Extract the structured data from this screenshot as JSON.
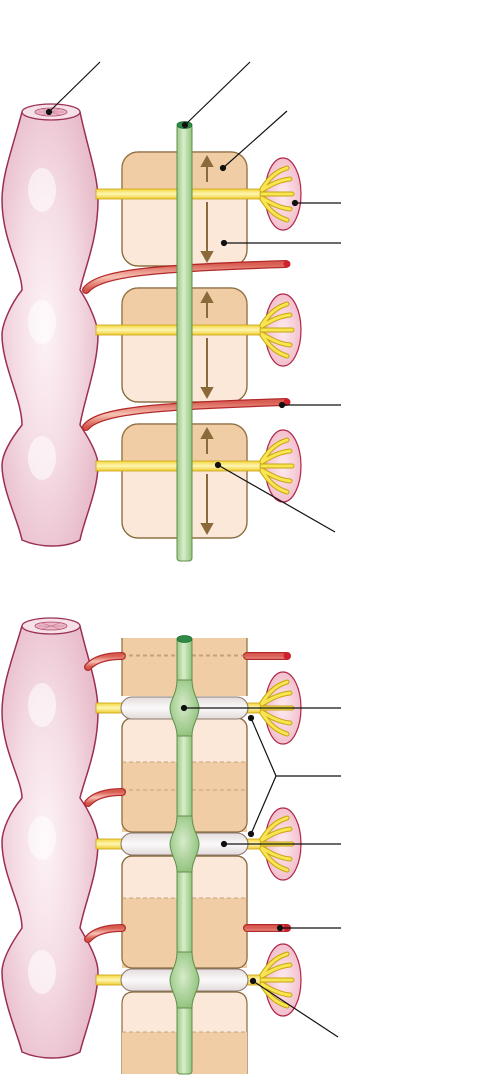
{
  "colors": {
    "background": "#ffffff",
    "vessel_fill": "#f1d4de",
    "vessel_highlight": "#fdf3f6",
    "vessel_stroke": "#9b2f52",
    "cord_fill": "#b9dba4",
    "cord_stroke": "#5f8f4c",
    "cord_top": "#2e8b45",
    "segment_dark": "#f0cda4",
    "segment_light": "#fbe8d9",
    "segment_stroke": "#8a6c3e",
    "arrow": "#8a6a3a",
    "branch_fill": "#f7e64f",
    "branch_stroke": "#c9a114",
    "root_fill": "#e87d6c",
    "root_stroke": "#b3292a",
    "root_tip": "#d11f2d",
    "bud_fill": "#f7cfd8",
    "bud_stroke": "#b0244a",
    "disc_fill": "#f2efef",
    "disc_stroke": "#8b7a6a",
    "swelling_fill": "#a9d49a",
    "leader_line": "#111111"
  },
  "icons": {
    "double_arrow": "double-headed-arrow",
    "branch_fan": "branching-fan",
    "leader_dot": "leader-dot"
  },
  "panels": [
    {
      "name": "upper-panel",
      "units": 3,
      "state": "separated"
    },
    {
      "name": "lower-panel",
      "units": 3,
      "state": "fused"
    }
  ],
  "leader_lines": [
    {
      "name": "leader-vessel-lumen",
      "count": 1
    },
    {
      "name": "leader-cord-top",
      "count": 1
    },
    {
      "name": "leader-segment-upper",
      "count": 1
    },
    {
      "name": "leader-bud",
      "count": 1
    },
    {
      "name": "leader-segment-lower",
      "count": 1
    },
    {
      "name": "leader-root-tip",
      "count": 1
    },
    {
      "name": "leader-branch",
      "count": 1
    },
    {
      "name": "leader-swelling",
      "count": 1
    },
    {
      "name": "leader-disc-pair",
      "count": 2
    },
    {
      "name": "leader-disc",
      "count": 1
    },
    {
      "name": "leader-root-lower",
      "count": 1
    },
    {
      "name": "leader-bud-lower",
      "count": 1
    }
  ]
}
